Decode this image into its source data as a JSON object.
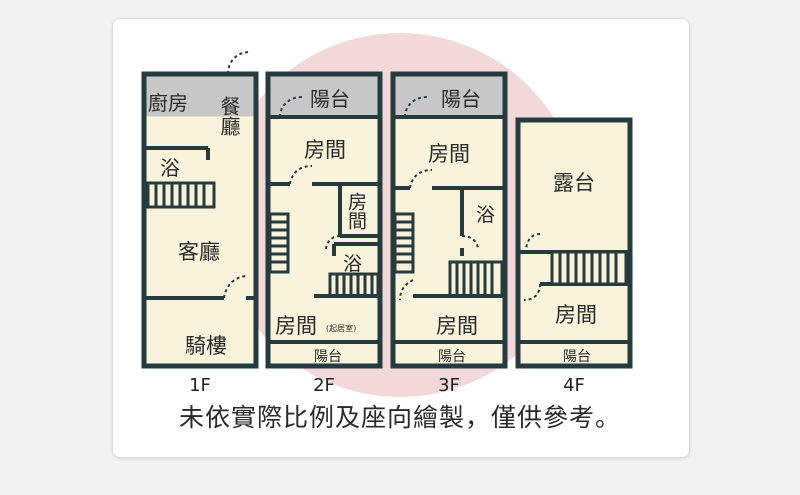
{
  "colors": {
    "wall": "#263b3d",
    "fill": "#f8f3da",
    "gray": "#c7c7c7",
    "watermark": "#f2d8d8"
  },
  "floors": [
    {
      "label": "1F",
      "rooms": {
        "kitchen": "廚房",
        "dining": "餐廳",
        "bath": "浴",
        "living": "客廳",
        "arcade": "騎樓"
      }
    },
    {
      "label": "2F",
      "rooms": {
        "balcony_top": "陽台",
        "room_top": "房間",
        "room_mid": "房間",
        "bath": "浴",
        "room_bottom": "房間",
        "room_note": "(起居室)",
        "balcony_bottom": "陽台"
      }
    },
    {
      "label": "3F",
      "rooms": {
        "balcony_top": "陽台",
        "room_top": "房間",
        "bath": "浴",
        "room_bottom": "房間",
        "balcony_bottom": "陽台"
      }
    },
    {
      "label": "4F",
      "rooms": {
        "terrace": "露台",
        "room": "房間",
        "balcony_bottom": "陽台"
      }
    }
  ],
  "caption": "未依實際比例及座向繪製，僅供參考。"
}
